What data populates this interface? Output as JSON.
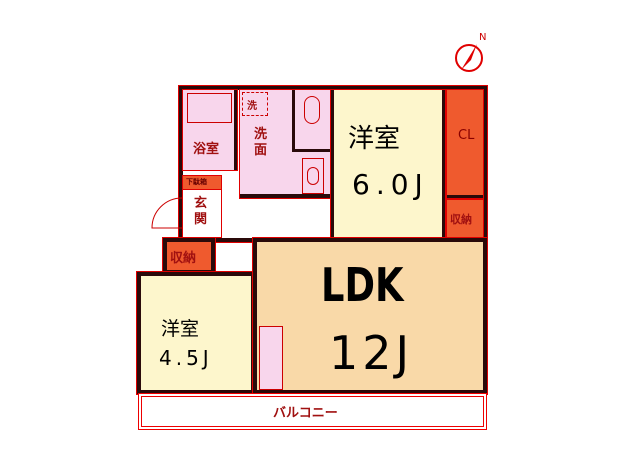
{
  "compass": {
    "label": "N"
  },
  "rooms": {
    "bath": "浴室",
    "washer": "洗",
    "washroom": "洗面",
    "shoe_box": "下駄箱",
    "entrance": "玄関",
    "storage_left": "収納",
    "storage_right": "収納",
    "closet": "CL",
    "western_large": {
      "name": "洋室",
      "size": "6.0J"
    },
    "western_small": {
      "name": "洋室",
      "size": "4.5J"
    },
    "ldk": {
      "name": "LDK",
      "size": "12J"
    },
    "balcony": "バルコニー"
  },
  "colors": {
    "wall": "#2a0a0a",
    "line": "#e00000",
    "wet": "#f8d6ec",
    "bedroom": "#fdf6cc",
    "ldk": "#f9d9a8",
    "storage": "#ef5a2e"
  }
}
